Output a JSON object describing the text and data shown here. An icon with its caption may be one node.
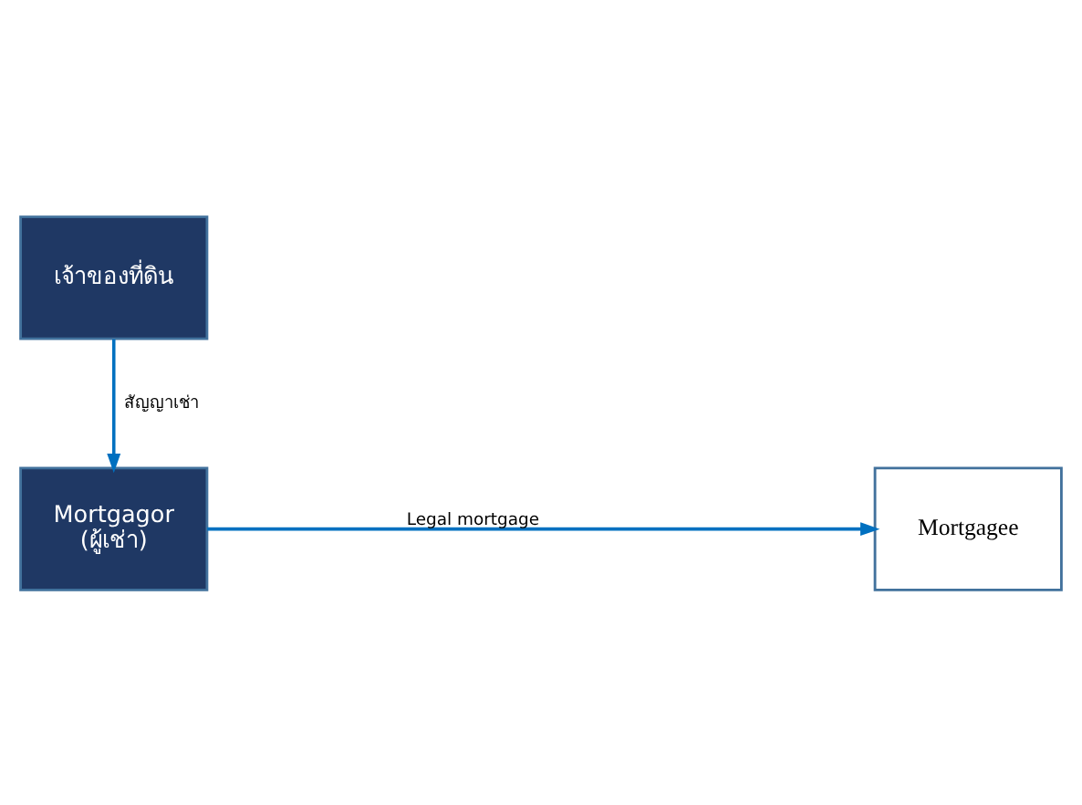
{
  "diagram": {
    "nodes": [
      {
        "text": [
          "เจ้าของที่ดิน"
        ]
      },
      {
        "text": [
          "Mortgagor",
          "(ผู้เช่า)"
        ]
      },
      {
        "text": [
          "Mortgagee"
        ]
      }
    ],
    "edges": [
      {
        "from": 0,
        "to": 1,
        "arrow": "to",
        "label": "สัญญาเช่า"
      },
      {
        "from": 1,
        "to": 2,
        "arrow": "to",
        "label": "Legal mortgage"
      }
    ]
  }
}
